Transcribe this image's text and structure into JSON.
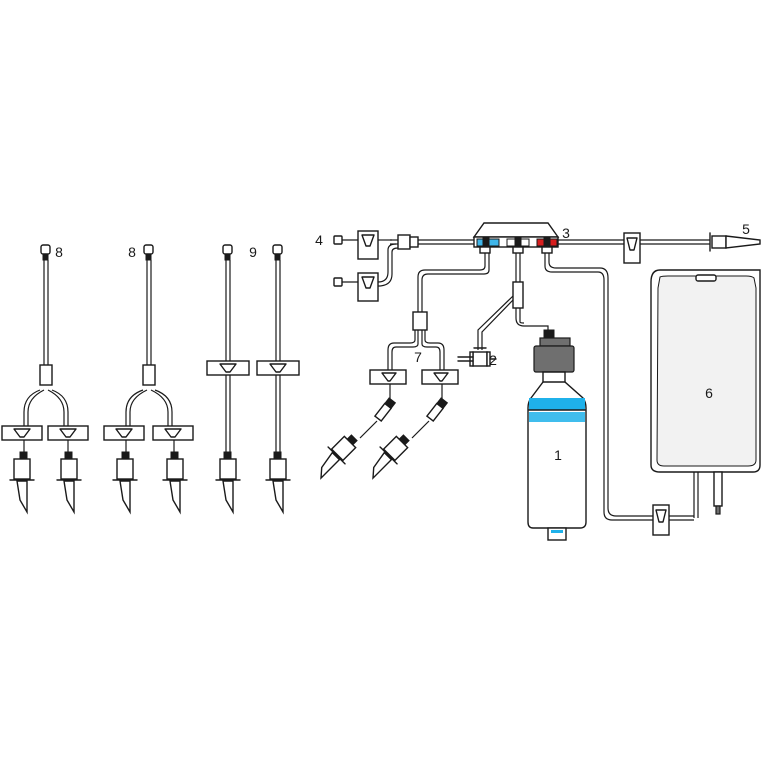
{
  "labels": {
    "l1": "1",
    "l2": "2",
    "l3": "3",
    "l4": "4",
    "l5": "5",
    "l6": "6",
    "l7": "7",
    "l8a": "8",
    "l8b": "8",
    "l9": "9"
  },
  "colors": {
    "bottle_band": "#1fb1ea",
    "port_blue": "#3fb6ea",
    "port_red": "#d81e1e",
    "bag_fill": "#f2f2f2",
    "outline": "#1a1a1a",
    "cap_grey": "#6f6f6f"
  },
  "icons": [
    "bottle",
    "filter",
    "manifold",
    "luer-connector",
    "spike",
    "collection-bag",
    "roller-clamp",
    "y-connector"
  ]
}
